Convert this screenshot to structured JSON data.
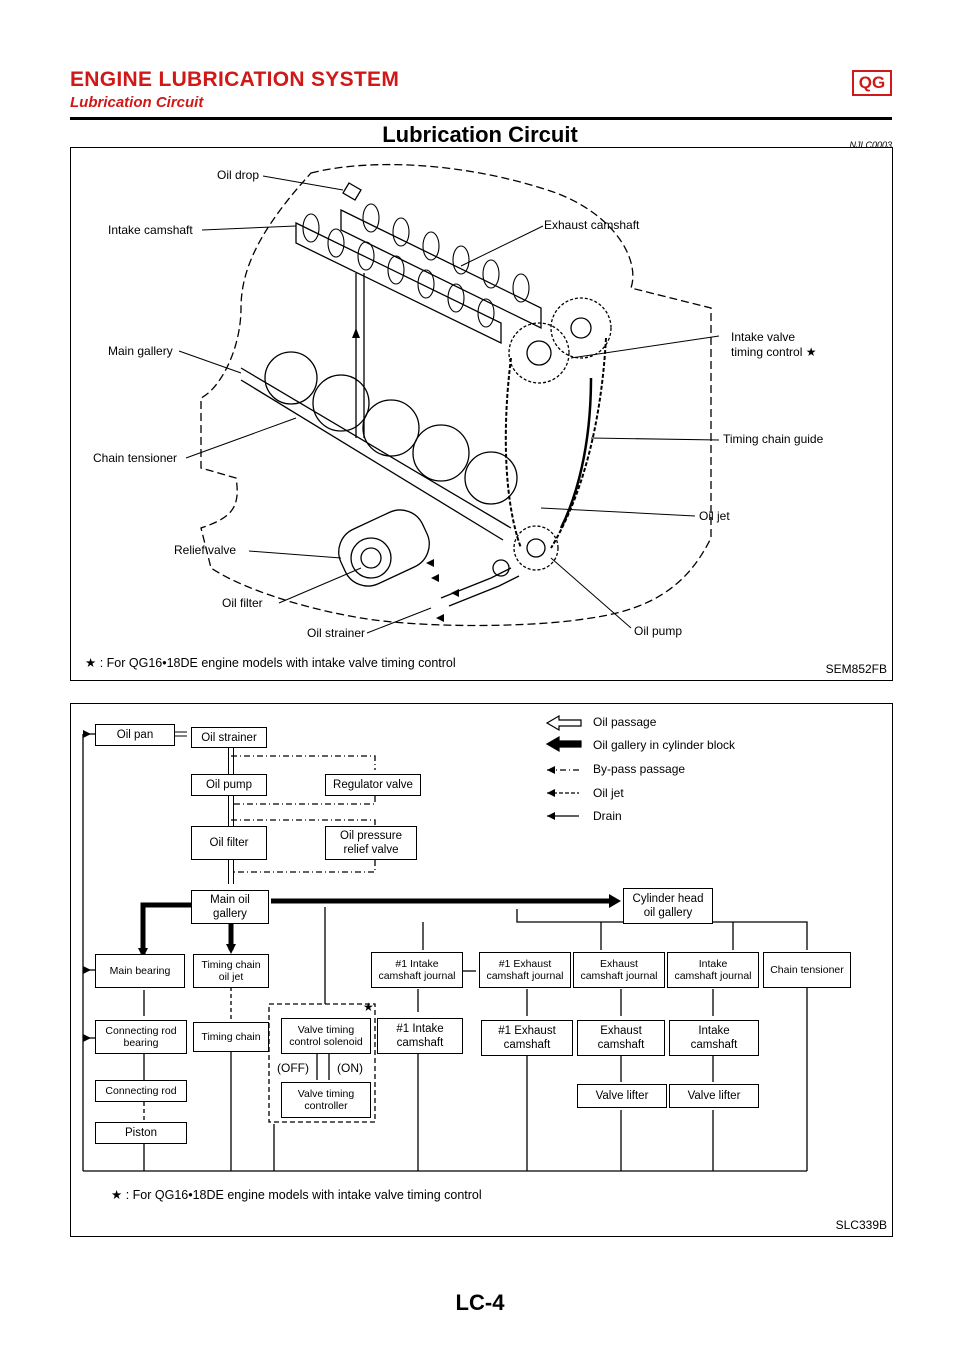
{
  "header": {
    "title": "ENGINE LUBRICATION SYSTEM",
    "badge": "QG",
    "subtitle": "Lubrication Circuit"
  },
  "section": {
    "title": "Lubrication Circuit",
    "code": "NJLC0003"
  },
  "figure1": {
    "labels_left": {
      "oil_drop": "Oil drop",
      "intake_camshaft": "Intake camshaft",
      "main_gallery": "Main gallery",
      "chain_tensioner": "Chain tensioner",
      "relief_valve": "Relief valve",
      "oil_filter": "Oil filter",
      "oil_strainer": "Oil strainer"
    },
    "labels_right": {
      "exhaust_camshaft": "Exhaust camshaft",
      "intake_valve_timing_line1": "Intake valve",
      "intake_valve_timing_line2": "timing control",
      "timing_chain_guide": "Timing chain guide",
      "oil_jet": "Oil jet",
      "oil_pump": "Oil pump"
    },
    "footnote": ": For QG16•18DE engine models with intake valve timing control",
    "code": "SEM852FB"
  },
  "figure2": {
    "boxes": {
      "oil_pan": "Oil pan",
      "oil_strainer": "Oil strainer",
      "oil_pump": "Oil pump",
      "regulator_valve": "Regulator valve",
      "oil_filter": "Oil filter",
      "oil_pressure_relief_l1": "Oil pressure",
      "oil_pressure_relief_l2": "relief valve",
      "main_oil_gallery_l1": "Main oil",
      "main_oil_gallery_l2": "gallery",
      "cyl_head_gallery_l1": "Cylinder head",
      "cyl_head_gallery_l2": "oil gallery",
      "main_bearing": "Main bearing",
      "timing_chain_oil_jet_l1": "Timing chain",
      "timing_chain_oil_jet_l2": "oil jet",
      "intake1_journal_l1": "#1 Intake",
      "intake1_journal_l2": "camshaft journal",
      "exhaust1_journal_l1": "#1 Exhaust",
      "exhaust1_journal_l2": "camshaft journal",
      "exhaust_journal_l1": "Exhaust",
      "exhaust_journal_l2": "camshaft journal",
      "intake_journal_l1": "Intake",
      "intake_journal_l2": "camshaft journal",
      "chain_tensioner": "Chain tensioner",
      "con_rod_bearing_l1": "Connecting rod",
      "con_rod_bearing_l2": "bearing",
      "timing_chain": "Timing chain",
      "vtc_solenoid_l1": "Valve timing",
      "vtc_solenoid_l2": "control solenoid",
      "off": "(OFF)",
      "on": "(ON)",
      "vtc_controller_l1": "Valve timing",
      "vtc_controller_l2": "controller",
      "intake1_cam_l1": "#1 Intake",
      "intake1_cam_l2": "camshaft",
      "exhaust1_cam_l1": "#1 Exhaust",
      "exhaust1_cam_l2": "camshaft",
      "exhaust_cam_l1": "Exhaust",
      "exhaust_cam_l2": "camshaft",
      "intake_cam_l1": "Intake",
      "intake_cam_l2": "camshaft",
      "connecting_rod": "Connecting rod",
      "valve_lifter_1": "Valve lifter",
      "valve_lifter_2": "Valve lifter",
      "piston": "Piston"
    },
    "legend": {
      "oil_passage": "Oil passage",
      "oil_gallery": "Oil gallery in cylinder block",
      "bypass": "By-pass passage",
      "oil_jet": "Oil jet",
      "drain": "Drain"
    },
    "footnote": ": For QG16•18DE engine models with intake valve timing control",
    "code": "SLC339B"
  },
  "page_number": "LC-4"
}
